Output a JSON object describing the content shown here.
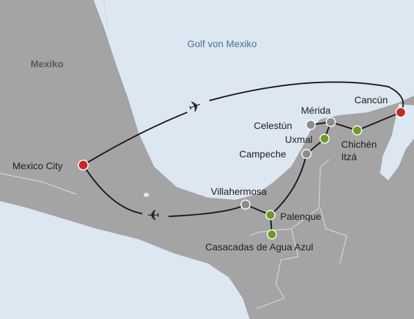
{
  "map": {
    "sea_label": "Golf von Mexiko",
    "country_label": "Mexiko",
    "colors": {
      "water": "#dde7f1",
      "land": "#a4a4a4",
      "border": "#d6d6d6",
      "route": "#1a1a1a",
      "endpoint": "#c62828",
      "highlight": "#6e9a27",
      "stop": "#8c8c8c"
    },
    "places": [
      {
        "name": "Mexico City",
        "type": "endpoint"
      },
      {
        "name": "Cancún",
        "type": "endpoint"
      },
      {
        "name": "Mérida",
        "type": "stop"
      },
      {
        "name": "Celestún",
        "type": "stop"
      },
      {
        "name": "Uxmal",
        "type": "highlight"
      },
      {
        "name": "Chichén",
        "type": "highlight"
      },
      {
        "name": "Itzá",
        "type": "highlight"
      },
      {
        "name": "Campeche",
        "type": "stop"
      },
      {
        "name": "Villahermosa",
        "type": "stop"
      },
      {
        "name": "Palenque",
        "type": "highlight"
      },
      {
        "name": "Casacadas de Agua Azul",
        "type": "highlight"
      }
    ],
    "icons": [
      "airplane-icon",
      "airplane-icon"
    ]
  }
}
